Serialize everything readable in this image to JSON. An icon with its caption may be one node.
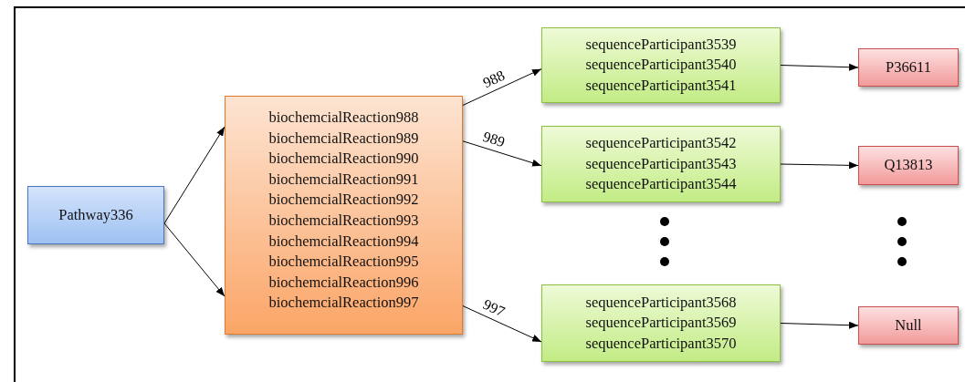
{
  "diagram": {
    "nodes": [
      {
        "text": [
          "Pathway336"
        ]
      },
      {
        "text": [
          "biochemcialReaction988",
          "biochemcialReaction989",
          "biochemcialReaction990",
          "biochemcialReaction991",
          "biochemcialReaction992",
          "biochemcialReaction993",
          "biochemcialReaction994",
          "biochemcialReaction995",
          "biochemcialReaction996",
          "biochemcialReaction997"
        ]
      },
      {
        "text": [
          "sequenceParticipant3539",
          "sequenceParticipant3540",
          "sequenceParticipant3541"
        ]
      },
      {
        "text": [
          "sequenceParticipant3542",
          "sequenceParticipant3543",
          "sequenceParticipant3544"
        ]
      },
      {
        "text": [
          "sequenceParticipant3568",
          "sequenceParticipant3569",
          "sequenceParticipant3570"
        ]
      },
      {
        "text": [
          "P36611"
        ]
      },
      {
        "text": [
          "Q13813"
        ]
      },
      {
        "text": [
          "Null"
        ]
      }
    ],
    "edges": [
      {
        "from": 0,
        "to": 1,
        "arrow": "to"
      },
      {
        "from": 0,
        "to": 1,
        "arrow": "to"
      },
      {
        "from": 1,
        "to": 2,
        "arrow": "to",
        "label": "988"
      },
      {
        "from": 1,
        "to": 3,
        "arrow": "to",
        "label": "989"
      },
      {
        "from": 1,
        "to": 4,
        "arrow": "to",
        "label": "997"
      },
      {
        "from": 2,
        "to": 5,
        "arrow": "to"
      },
      {
        "from": 3,
        "to": 6,
        "arrow": "to"
      },
      {
        "from": 4,
        "to": 7,
        "arrow": "to"
      }
    ]
  }
}
